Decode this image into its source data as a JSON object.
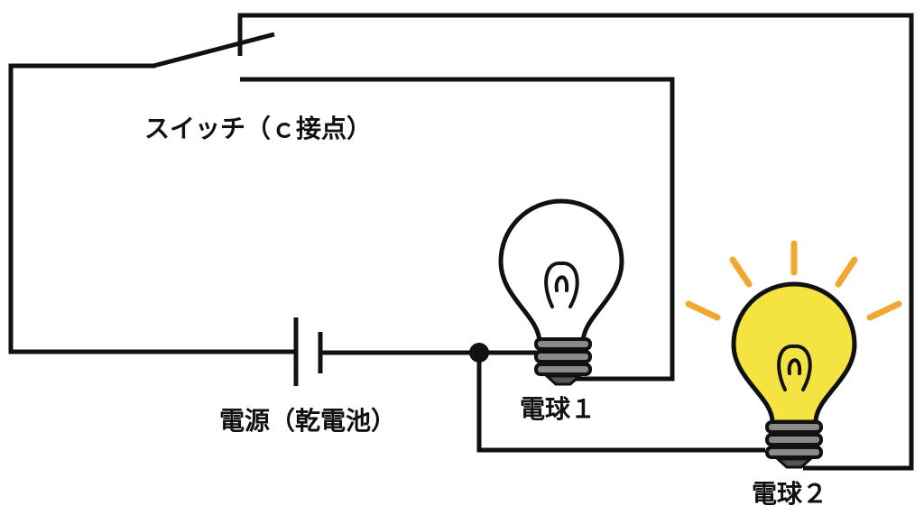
{
  "labels": {
    "switch": "スイッチ（ｃ接点）",
    "power_source": "電源（乾電池）",
    "bulb1": "電球１",
    "bulb2": "電球２"
  },
  "states": {
    "bulb1": "off",
    "bulb2": "on"
  },
  "colors": {
    "wire": "#111111",
    "bulb_off_fill": "#ffffff",
    "bulb_on_fill": "#f5e342",
    "glow_rays": "#f0a830",
    "bulb_base": "#8a8a8a",
    "bulb_base_dark": "#555555"
  }
}
